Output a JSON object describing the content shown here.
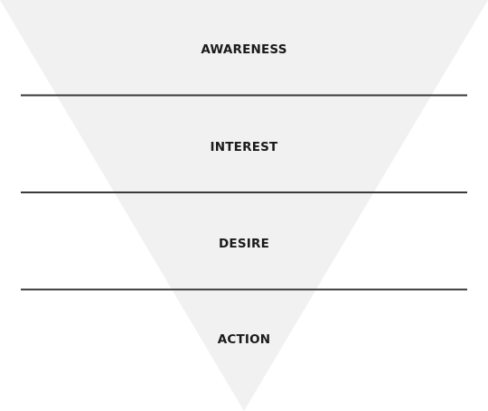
{
  "funnel": {
    "fill_color": "#f1f1f1",
    "divider_color": "#3a3a3a",
    "label_color": "#1a1a1a",
    "stages": [
      {
        "label": "AWARENESS"
      },
      {
        "label": "INTEREST"
      },
      {
        "label": "DESIRE"
      },
      {
        "label": "ACTION"
      }
    ]
  }
}
